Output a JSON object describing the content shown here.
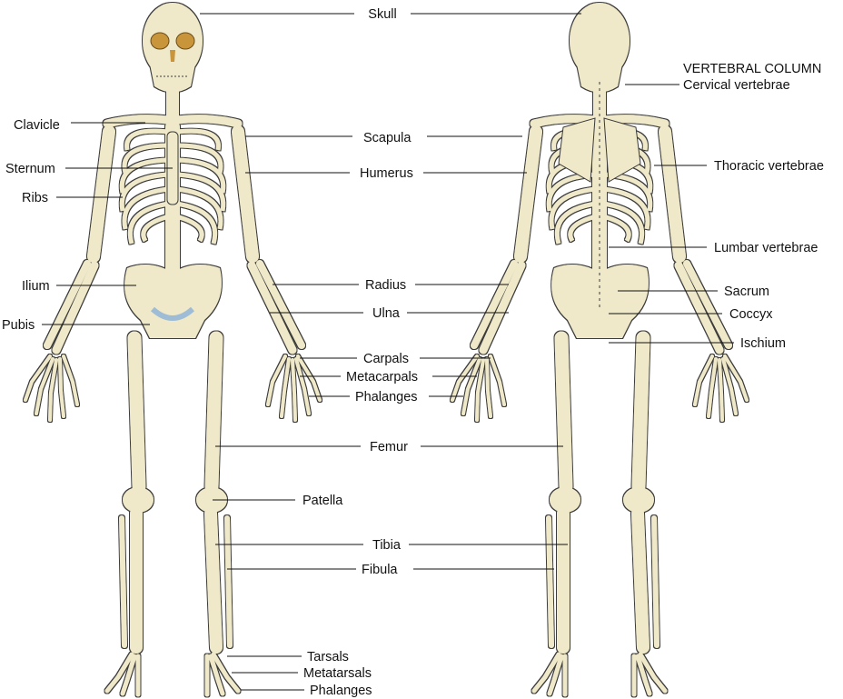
{
  "colors": {
    "bone": "#efe9c9",
    "outline": "#3a3a3a",
    "cartilage": "#cfe0ee",
    "orbit": "#c8953a"
  },
  "labels": {
    "skull": "Skull",
    "vertebral_column": "VERTEBRAL COLUMN",
    "cervical": "Cervical vertebrae",
    "clavicle": "Clavicle",
    "scapula": "Scapula",
    "sternum": "Sternum",
    "humerus": "Humerus",
    "thoracic": "Thoracic vertebrae",
    "ribs": "Ribs",
    "lumbar": "Lumbar vertebrae",
    "ilium": "Ilium",
    "radius": "Radius",
    "sacrum": "Sacrum",
    "ulna": "Ulna",
    "coccyx": "Coccyx",
    "pubis": "Pubis",
    "ischium": "Ischium",
    "carpals": "Carpals",
    "metacarpals": "Metacarpals",
    "phalanges_hand": "Phalanges",
    "femur": "Femur",
    "patella": "Patella",
    "tibia": "Tibia",
    "fibula": "Fibula",
    "tarsals": "Tarsals",
    "metatarsals": "Metatarsals",
    "phalanges_foot": "Phalanges"
  }
}
